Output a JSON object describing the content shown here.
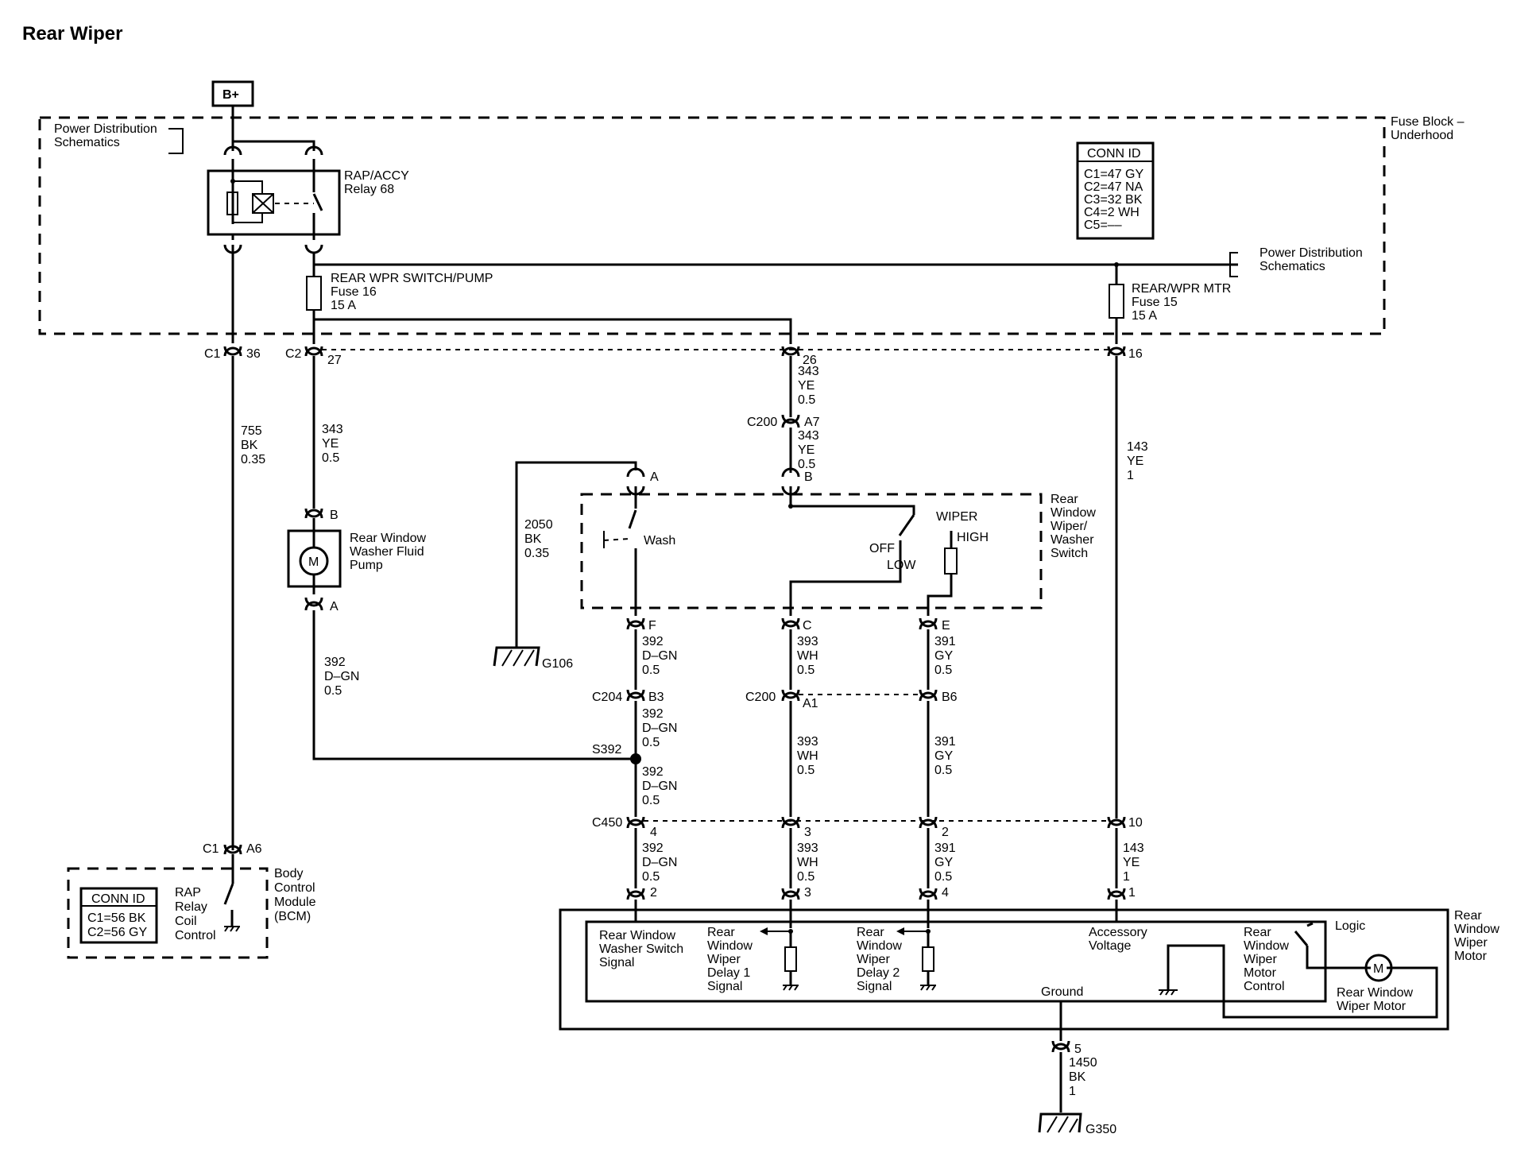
{
  "title": "Rear Wiper",
  "power_source": "B+",
  "fuse_block": {
    "name": [
      "Fuse Block –",
      "Underhood"
    ],
    "pds_left": [
      "Power Distribution",
      "Schematics"
    ],
    "pds_right": [
      "Power Distribution",
      "Schematics"
    ],
    "relay": [
      "RAP/ACCY",
      "Relay 68"
    ],
    "fuse16": [
      "REAR WPR SWITCH/PUMP",
      "Fuse 16",
      "15 A"
    ],
    "fuse15": [
      "REAR/WPR MTR",
      "Fuse 15",
      "15 A"
    ],
    "conn_id_title": "CONN ID",
    "conn_ids": [
      "C1=47 GY",
      "C2=47 NA",
      "C3=32 BK",
      "C4=2 WH",
      "C5=––"
    ]
  },
  "connectors": {
    "c1": "C1",
    "c1_pin": "36",
    "c2": "C2",
    "c2_pin": "27",
    "pin26": "26",
    "pin16": "16",
    "c200": "C200",
    "a7": "A7",
    "b_pin": "B",
    "a_pin_sw": "A",
    "c1_bcm": "C1",
    "a6": "A6",
    "pump_b": "B",
    "pump_a": "A",
    "f_pin": "F",
    "c_pin": "C",
    "e_pin": "E",
    "c204": "C204",
    "b3": "B3",
    "c200b": "C200",
    "a1": "A1",
    "b6": "B6",
    "s392": "S392",
    "c450": "C450",
    "p4": "4",
    "p3": "3",
    "p2": "2",
    "p10": "10",
    "m2": "2",
    "m3": "3",
    "m4": "4",
    "m1": "1",
    "m5": "5"
  },
  "wires": {
    "w755": [
      "755",
      "BK",
      "0.35"
    ],
    "w343a": [
      "343",
      "YE",
      "0.5"
    ],
    "w343b": [
      "343",
      "YE",
      "0.5"
    ],
    "w343c": [
      "343",
      "YE",
      "0.5"
    ],
    "w143a": [
      "143",
      "YE",
      "1"
    ],
    "w2050": [
      "2050",
      "BK",
      "0.35"
    ],
    "w392pump": [
      "392",
      "D–GN",
      "0.5"
    ],
    "w392a": [
      "392",
      "D–GN",
      "0.5"
    ],
    "w392b": [
      "392",
      "D–GN",
      "0.5"
    ],
    "w392c": [
      "392",
      "D–GN",
      "0.5"
    ],
    "w392d": [
      "392",
      "D–GN",
      "0.5"
    ],
    "w393a": [
      "393",
      "WH",
      "0.5"
    ],
    "w393b": [
      "393",
      "WH",
      "0.5"
    ],
    "w393c": [
      "393",
      "WH",
      "0.5"
    ],
    "w391a": [
      "391",
      "GY",
      "0.5"
    ],
    "w391b": [
      "391",
      "GY",
      "0.5"
    ],
    "w391c": [
      "391",
      "GY",
      "0.5"
    ],
    "w143b": [
      "143",
      "YE",
      "1"
    ],
    "w1450": [
      "1450",
      "BK",
      "1"
    ]
  },
  "components": {
    "pump": [
      "Rear Window",
      "Washer Fluid",
      "Pump"
    ],
    "motor_symbol": "M",
    "switch": [
      "Rear",
      "Window",
      "Wiper/",
      "Washer",
      "Switch"
    ],
    "wash": "Wash",
    "wiper": "WIPER",
    "off": "OFF I",
    "low": "LOW",
    "high": "HIGH",
    "g106": "G106",
    "g350": "G350",
    "bcm": [
      "Body",
      "Control",
      "Module",
      "(BCM)"
    ],
    "bcm_conn_title": "CONN ID",
    "bcm_conn_ids": [
      "C1=56 BK",
      "C2=56 GY"
    ],
    "rap_coil": [
      "RAP",
      "Relay",
      "Coil",
      "Control"
    ],
    "motor_module": [
      "Rear",
      "Window",
      "Wiper",
      "Motor"
    ],
    "logic": "Logic",
    "washer_signal": [
      "Rear Window",
      "Washer Switch",
      "Signal"
    ],
    "delay1": [
      "Rear",
      "Window",
      "Wiper",
      "Delay 1",
      "Signal"
    ],
    "delay2": [
      "Rear",
      "Window",
      "Wiper",
      "Delay 2",
      "Signal"
    ],
    "acc_voltage": [
      "Accessory",
      "Voltage"
    ],
    "ground": "Ground",
    "motor_control": [
      "Rear",
      "Window",
      "Wiper",
      "Motor",
      "Control"
    ],
    "wiper_motor": [
      "Rear Window",
      "Wiper Motor"
    ]
  }
}
